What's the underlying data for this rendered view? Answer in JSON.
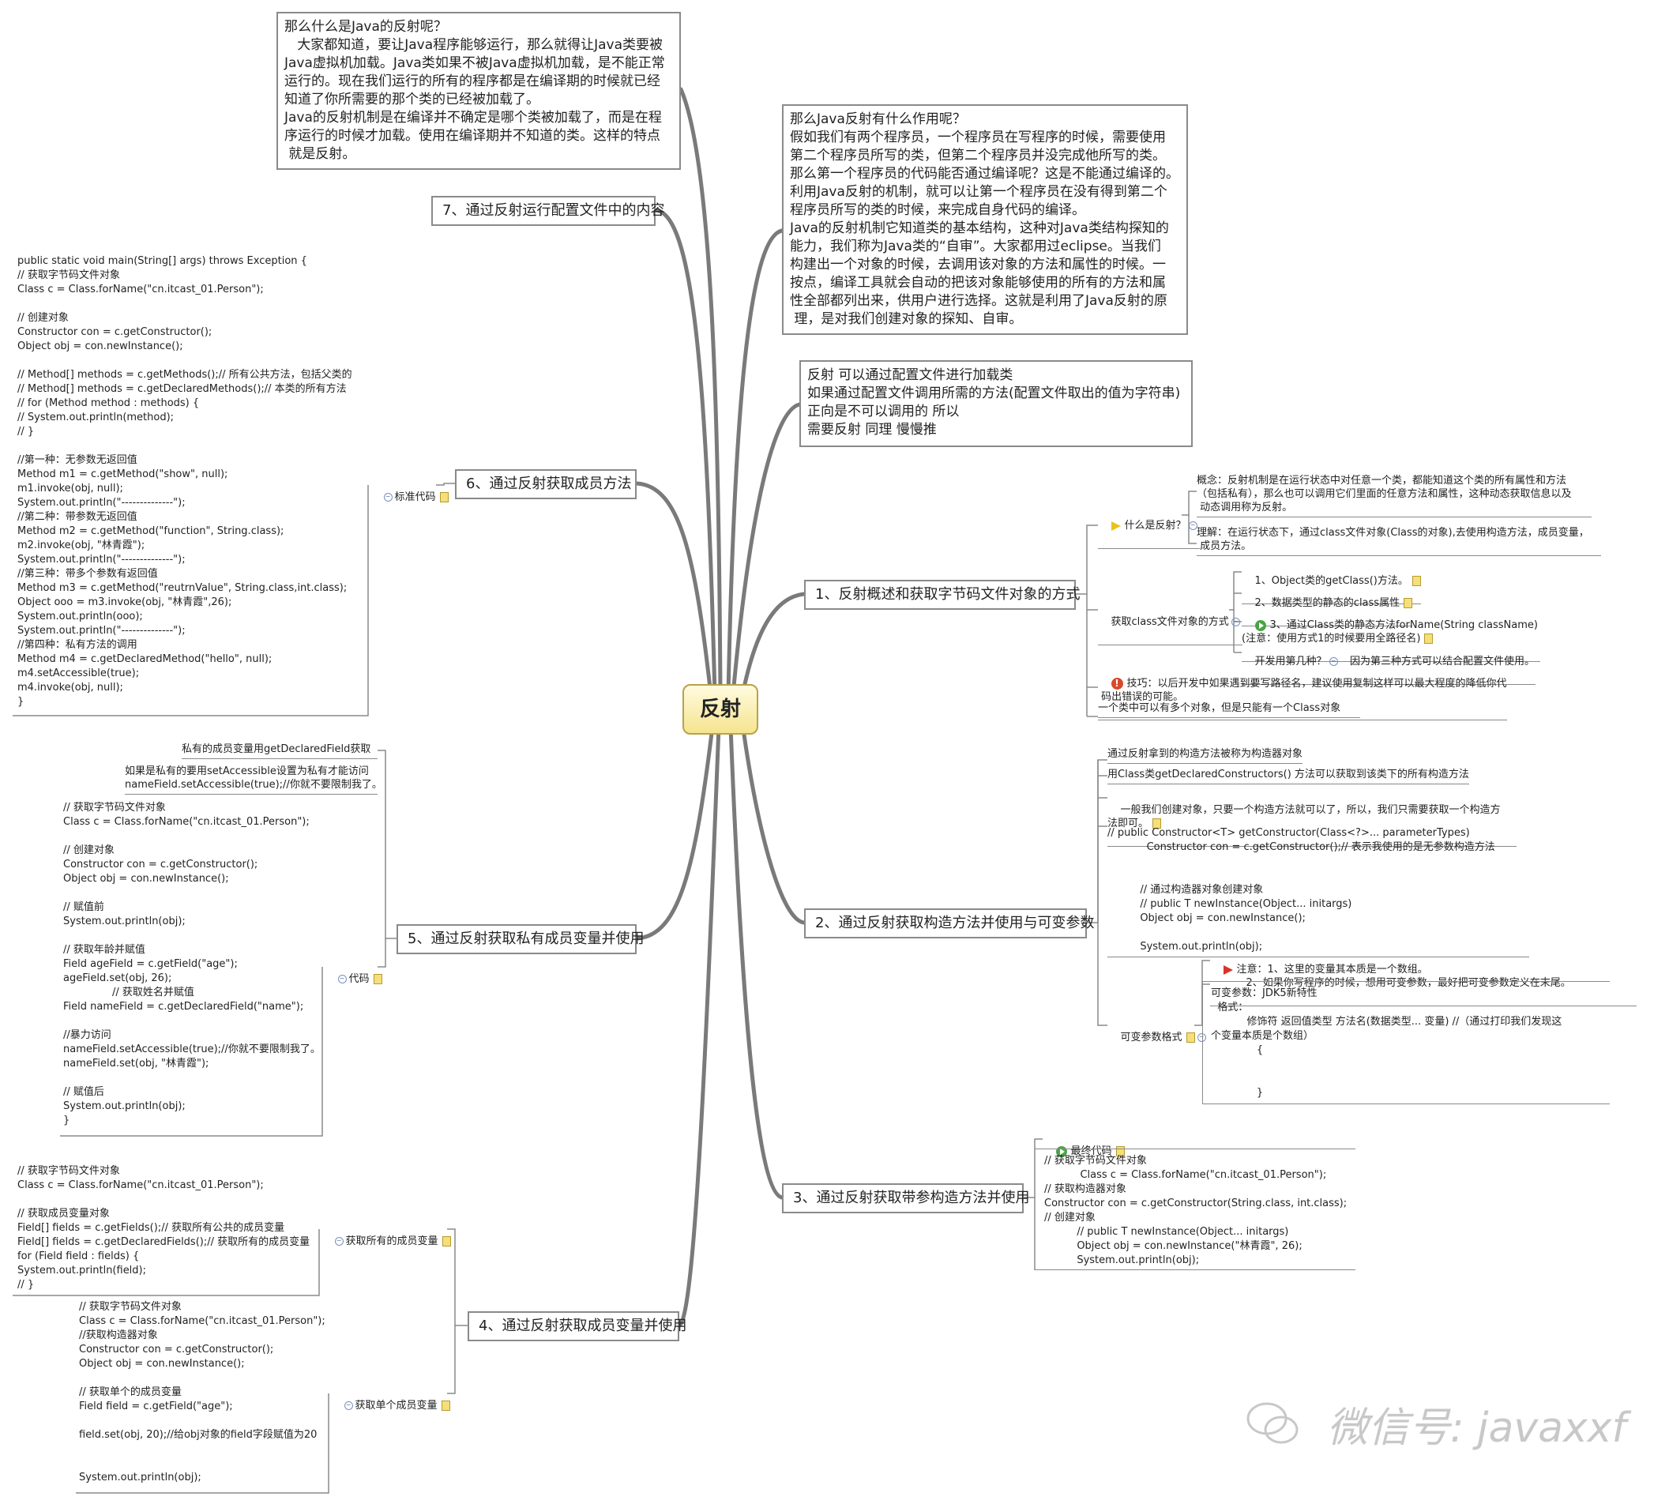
{
  "center": "反射",
  "topics": {
    "t1": "1、反射概述和获取字节码文件对象的方式",
    "t2": "2、通过反射获取构造方法并使用与可变参数",
    "t3": "3、通过反射获取带参构造方法并使用",
    "t4": "4、通过反射获取成员变量并使用",
    "t5": "5、通过反射获取私有成员变量并使用",
    "t6": "6、通过反射获取成员方法",
    "t7": "7、通过反射运行配置文件中的内容"
  },
  "notes": {
    "what_is": "那么什么是Java的反射呢？\n   大家都知道，要让Java程序能够运行，那么就得让Java类要被\nJava虚拟机加载。Java类如果不被Java虚拟机加载，是不能正常\n运行的。现在我们运行的所有的程序都是在编译期的时候就已经\n知道了你所需要的那个类的已经被加载了。\nJava的反射机制是在编译并不确定是哪个类被加载了，而是在程\n序运行的时候才加载。使用在编译期并不知道的类。这样的特点\n 就是反射。",
    "what_for": "那么Java反射有什么作用呢？\n假如我们有两个程序员，一个程序员在写程序的时候，需要使用\n第二个程序员所写的类，但第二个程序员并没完成他所写的类。\n那么第一个程序员的代码能否通过编译呢？这是不能通过编译的。\n利用Java反射的机制，就可以让第一个程序员在没有得到第二个\n程序员所写的类的时候，来完成自身代码的编译。\nJava的反射机制它知道类的基本结构，这种对Java类结构探知的\n能力，我们称为Java类的“自审”。大家都用过eclipse。当我们\n构建出一个对象的时候，去调用该对象的方法和属性的时候。一\n按点，编译工具就会自动的把该对象能够使用的所有的方法和属\n性全部都列出来，供用户进行选择。这就是利用了Java反射的原\n 理，是对我们创建对象的探知、自审。",
    "config": "反射 可以通过配置文件进行加载类\n如果通过配置文件调用所需的方法(配置文件取出的值为字符串)\n正向是不可以调用的 所以\n需要反射 同理 慢慢推"
  },
  "b1": {
    "what_label": "什么是反射？",
    "concept": "概念：反射机制是在运行状态中对任意一个类，都能知道这个类的所有属性和方法\n（包括私有），那么也可以调用它们里面的任意方法和属性，这种动态获取信息以及\n 动态调用称为反射。",
    "understand": "理解：在运行状态下，通过class文件对象(Class的对象),去使用构造方法，成员变量，\n 成员方法。",
    "get_label": "获取class文件对象的方式",
    "way1": "1、Object类的getClass()方法。",
    "way2": "2、数据类型的静态的class属性",
    "way3": "3、通过Class类的静态方法forName(String className)\n(注意：使用方式1的时候要用全路径名)",
    "dev_q": "开发用第几种？",
    "dev_a": "因为第三种方式可以结合配置文件使用。",
    "tip": "技巧：以后开发中如果遇到要写路径名，建议使用复制这样可以最大程度的降低你代\n 码出错误的可能。",
    "one_class": "一个类中可以有多个对象，但是只能有一个Class对象"
  },
  "b2": {
    "l1": "通过反射拿到的构造方法被称为构造器对象",
    "l2": "用Class类getDeclaredConstructors() 方法可以获取到该类下的所有构造方法",
    "l3": "一般我们创建对象，只要一个构造方法就可以了，所以，我们只需要获取一个构造方\n法即可。",
    "code": "// public Constructor<T> getConstructor(Class<?>... parameterTypes)\n            Constructor con = c.getConstructor();// 表示我使用的是无参数构造方法\n\n\n          // 通过构造器对象创建对象\n          // public T newInstance(Object... initargs)\n          Object obj = con.newInstance();\n\n          System.out.println(obj);",
    "varargs_label": "可变参数格式",
    "attention": "注意：1、这里的变量其本质是一个数组。\n           2、如果你写程序的时候，想用可变参数，最好把可变参数定义在末尾。",
    "varargs": "可变参数：JDK5新特性\n  格式：\n           修饰符 返回值类型 方法名(数据类型... 变量) //（通过打印我们发现这\n个变量本质是个数组）\n              {\n\n\n              }"
  },
  "b3": {
    "label": "最终代码",
    "code": "// 获取字节码文件对象\n           Class c = Class.forName(\"cn.itcast_01.Person\");\n// 获取构造器对象\nConstructor con = c.getConstructor(String.class, int.class);\n// 创建对象\n          // public T newInstance(Object... initargs)\n          Object obj = con.newInstance(\"林青霞\", 26);\n          System.out.println(obj);"
  },
  "b4": {
    "all_label": "获取所有的成员变量",
    "all_code": "// 获取字节码文件对象\nClass c = Class.forName(\"cn.itcast_01.Person\");\n\n// 获取成员变量对象\nField[] fields = c.getFields();// 获取所有公共的成员变量\nField[] fields = c.getDeclaredFields();// 获取所有的成员变量\nfor (Field field : fields) {\nSystem.out.println(field);\n// }",
    "single_label": "获取单个成员变量",
    "single_code": "// 获取字节码文件对象\nClass c = Class.forName(\"cn.itcast_01.Person\");\n//获取构造器对象\nConstructor con = c.getConstructor();\nObject obj = con.newInstance();\n\n// 获取单个的成员变量\nField field = c.getField(\"age\");\n\nfield.set(obj, 20);//给obj对象的field字段赋值为20\n\n\nSystem.out.println(obj);"
  },
  "b5": {
    "private_note": "私有的成员变量用getDeclaredField获取",
    "accessible_note": "如果是私有的要用setAccessible设置为私有才能访问\nnameField.setAccessible(true);//你就不要限制我了。",
    "code_label": "代码",
    "code": "// 获取字节码文件对象\nClass c = Class.forName(\"cn.itcast_01.Person\");\n\n// 创建对象\nConstructor con = c.getConstructor();\nObject obj = con.newInstance();\n\n// 赋值前\nSystem.out.println(obj);\n\n// 获取年龄并赋值\nField ageField = c.getField(\"age\");\nageField.set(obj, 26);\n               // 获取姓名并赋值\nField nameField = c.getDeclaredField(\"name\");\n\n//暴力访问\nnameField.setAccessible(true);//你就不要限制我了。\nnameField.set(obj, \"林青霞\");\n\n// 赋值后\nSystem.out.println(obj);\n}"
  },
  "b6": {
    "label": "标准代码",
    "code": "public static void main(String[] args) throws Exception {\n// 获取字节码文件对象\nClass c = Class.forName(\"cn.itcast_01.Person\");\n\n// 创建对象\nConstructor con = c.getConstructor();\nObject obj = con.newInstance();\n\n// Method[] methods = c.getMethods();// 所有公共方法，包括父类的\n// Method[] methods = c.getDeclaredMethods();// 本类的所有方法\n// for (Method method : methods) {\n// System.out.println(method);\n// }\n\n//第一种：无参数无返回值\nMethod m1 = c.getMethod(\"show\", null);\nm1.invoke(obj, null);\nSystem.out.println(\"--------------\");\n//第二种：带参数无返回值\nMethod m2 = c.getMethod(\"function\", String.class);\nm2.invoke(obj, \"林青霞\");\nSystem.out.println(\"--------------\");\n//第三种：带多个参数有返回值\nMethod m3 = c.getMethod(\"reutrnValue\", String.class,int.class);\nObject ooo = m3.invoke(obj, \"林青霞\",26);\nSystem.out.println(ooo);\nSystem.out.println(\"--------------\");\n//第四种：私有方法的调用\nMethod m4 = c.getDeclaredMethod(\"hello\", null);\nm4.setAccessible(true);\nm4.invoke(obj, null);\n}"
  },
  "watermark": "微信号: javaxxf",
  "colors": {
    "branch": "#7a7a7a",
    "border": "#8a8a8a",
    "center_fill": "#f5e48f"
  }
}
